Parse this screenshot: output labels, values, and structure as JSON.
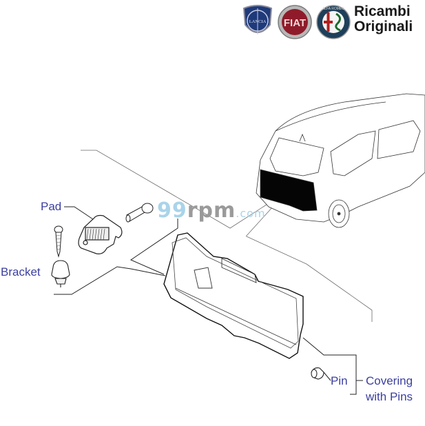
{
  "header": {
    "brand_logos": [
      {
        "name": "lancia-logo",
        "text": "LANCIA",
        "color": "#1f3a7a"
      },
      {
        "name": "fiat-logo",
        "text": "FIAT",
        "color": "#8f1b2a"
      },
      {
        "name": "alfa-romeo-logo",
        "text": "ALFA ROMEO",
        "color": "#1b5a2c"
      }
    ],
    "brand_line1": "Ricambi",
    "brand_line2": "Originali"
  },
  "watermark": {
    "part1": "99",
    "part2": "rpm",
    "part3": ".com"
  },
  "labels": {
    "pad": "Pad",
    "bracket": "Bracket",
    "pin": "Pin",
    "covering_line1": "Covering",
    "covering_line2": "with Pins"
  },
  "colors": {
    "label_text": "#3b3fa0",
    "line": "#333333",
    "thin_line": "#777777"
  }
}
